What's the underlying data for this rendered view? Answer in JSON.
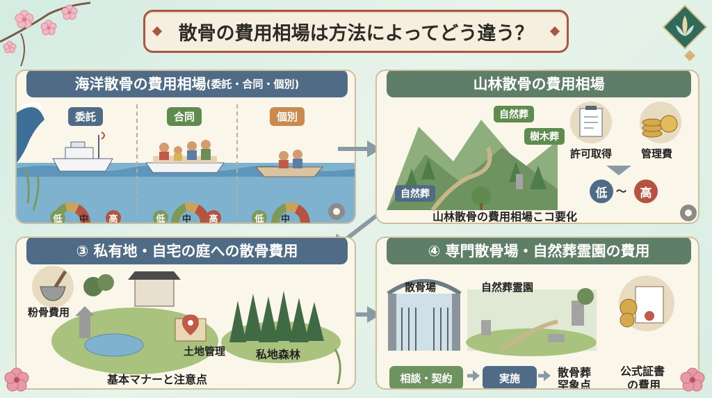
{
  "title": "散骨の費用相場は方法によってどう違う？",
  "panel1": {
    "heading": "海洋散骨の費用相場",
    "heading_sub": "(委託・合同・個別)",
    "tabs": [
      {
        "label": "委託",
        "color": "#4f6b86"
      },
      {
        "label": "合同",
        "color": "#5f8b4f"
      },
      {
        "label": "個別",
        "color": "#c98a4e"
      }
    ],
    "gauge": {
      "low": "低",
      "mid": "中",
      "high": "高"
    }
  },
  "panel2": {
    "heading": "山林散骨の費用相場",
    "labels": {
      "natural_burial_top": "自然葬",
      "tree_burial": "樹木葬",
      "natural_burial_bottom": "自然葬",
      "permit": "許可取得",
      "management": "管理費",
      "low": "低",
      "tilde": "〜",
      "high": "高",
      "caption": "山林散骨の費用相場こコ要化"
    }
  },
  "panel3": {
    "heading": "③ 私有地・自宅の庭への散骨費用",
    "labels": {
      "powder_cost": "粉骨費用",
      "land_management": "土地管理",
      "private_forest": "私地森林",
      "caption": "基本マナーと注意点"
    }
  },
  "panel4": {
    "heading": "④ 専門散骨場・自然葬霊園の費用",
    "labels": {
      "scatter_site": "散骨場",
      "natural_cemetery": "自然葬霊園",
      "official_cert_line1": "公式証書",
      "official_cert_line2": "の費用",
      "target_line1": "散骨葬",
      "target_line2": "罕象点"
    },
    "flow": [
      "相談・契約",
      "実施"
    ]
  },
  "colors": {
    "accent_red": "#a7573f",
    "blue": "#4f6b86",
    "green": "#5f7e67",
    "gauge_low": "#7e9a5a",
    "gauge_mid": "#c9a35a",
    "gauge_high": "#b4533f"
  },
  "icons": [
    "sakura-icon",
    "seaweed-icon",
    "gear-icon",
    "lotus-logo-icon",
    "arrow-right-icon",
    "arrow-down-left-icon"
  ]
}
